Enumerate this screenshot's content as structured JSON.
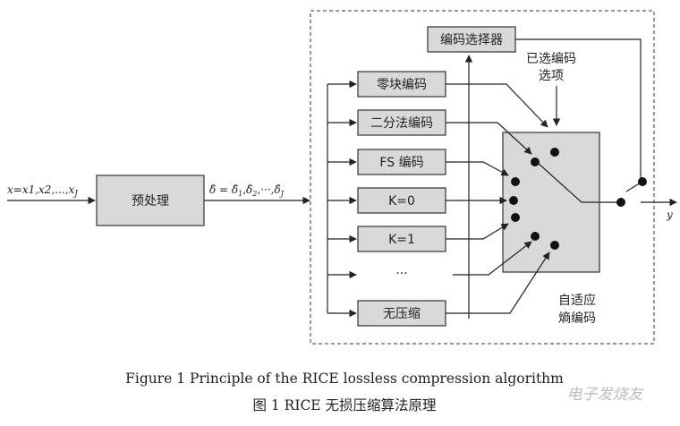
{
  "diagram": {
    "input_label": "x=x1,x2,...,x",
    "input_subscript": "J",
    "preprocess": "预处理",
    "delta_label": "δ̂ = δ̂",
    "delta_seq": ",δ̂",
    "delta_dots": ",···,δ̂",
    "delta_sub1": "1",
    "delta_sub2": "2",
    "delta_subJ": "J",
    "encoder_selector": "编码选择器",
    "selected_option_line1": "已选编码",
    "selected_option_line2": "选项",
    "options": [
      "零块编码",
      "二分法编码",
      "FS 编码",
      "K=0",
      "K=1",
      "···",
      "无压缩"
    ],
    "adaptive_line1": "自适应",
    "adaptive_line2": "熵编码",
    "output_label": "y"
  },
  "caption": {
    "english": "Figure 1    Principle of the RICE lossless compression algorithm",
    "chinese": "图 1    RICE 无损压缩算法原理"
  },
  "watermark": "电子发烧友"
}
